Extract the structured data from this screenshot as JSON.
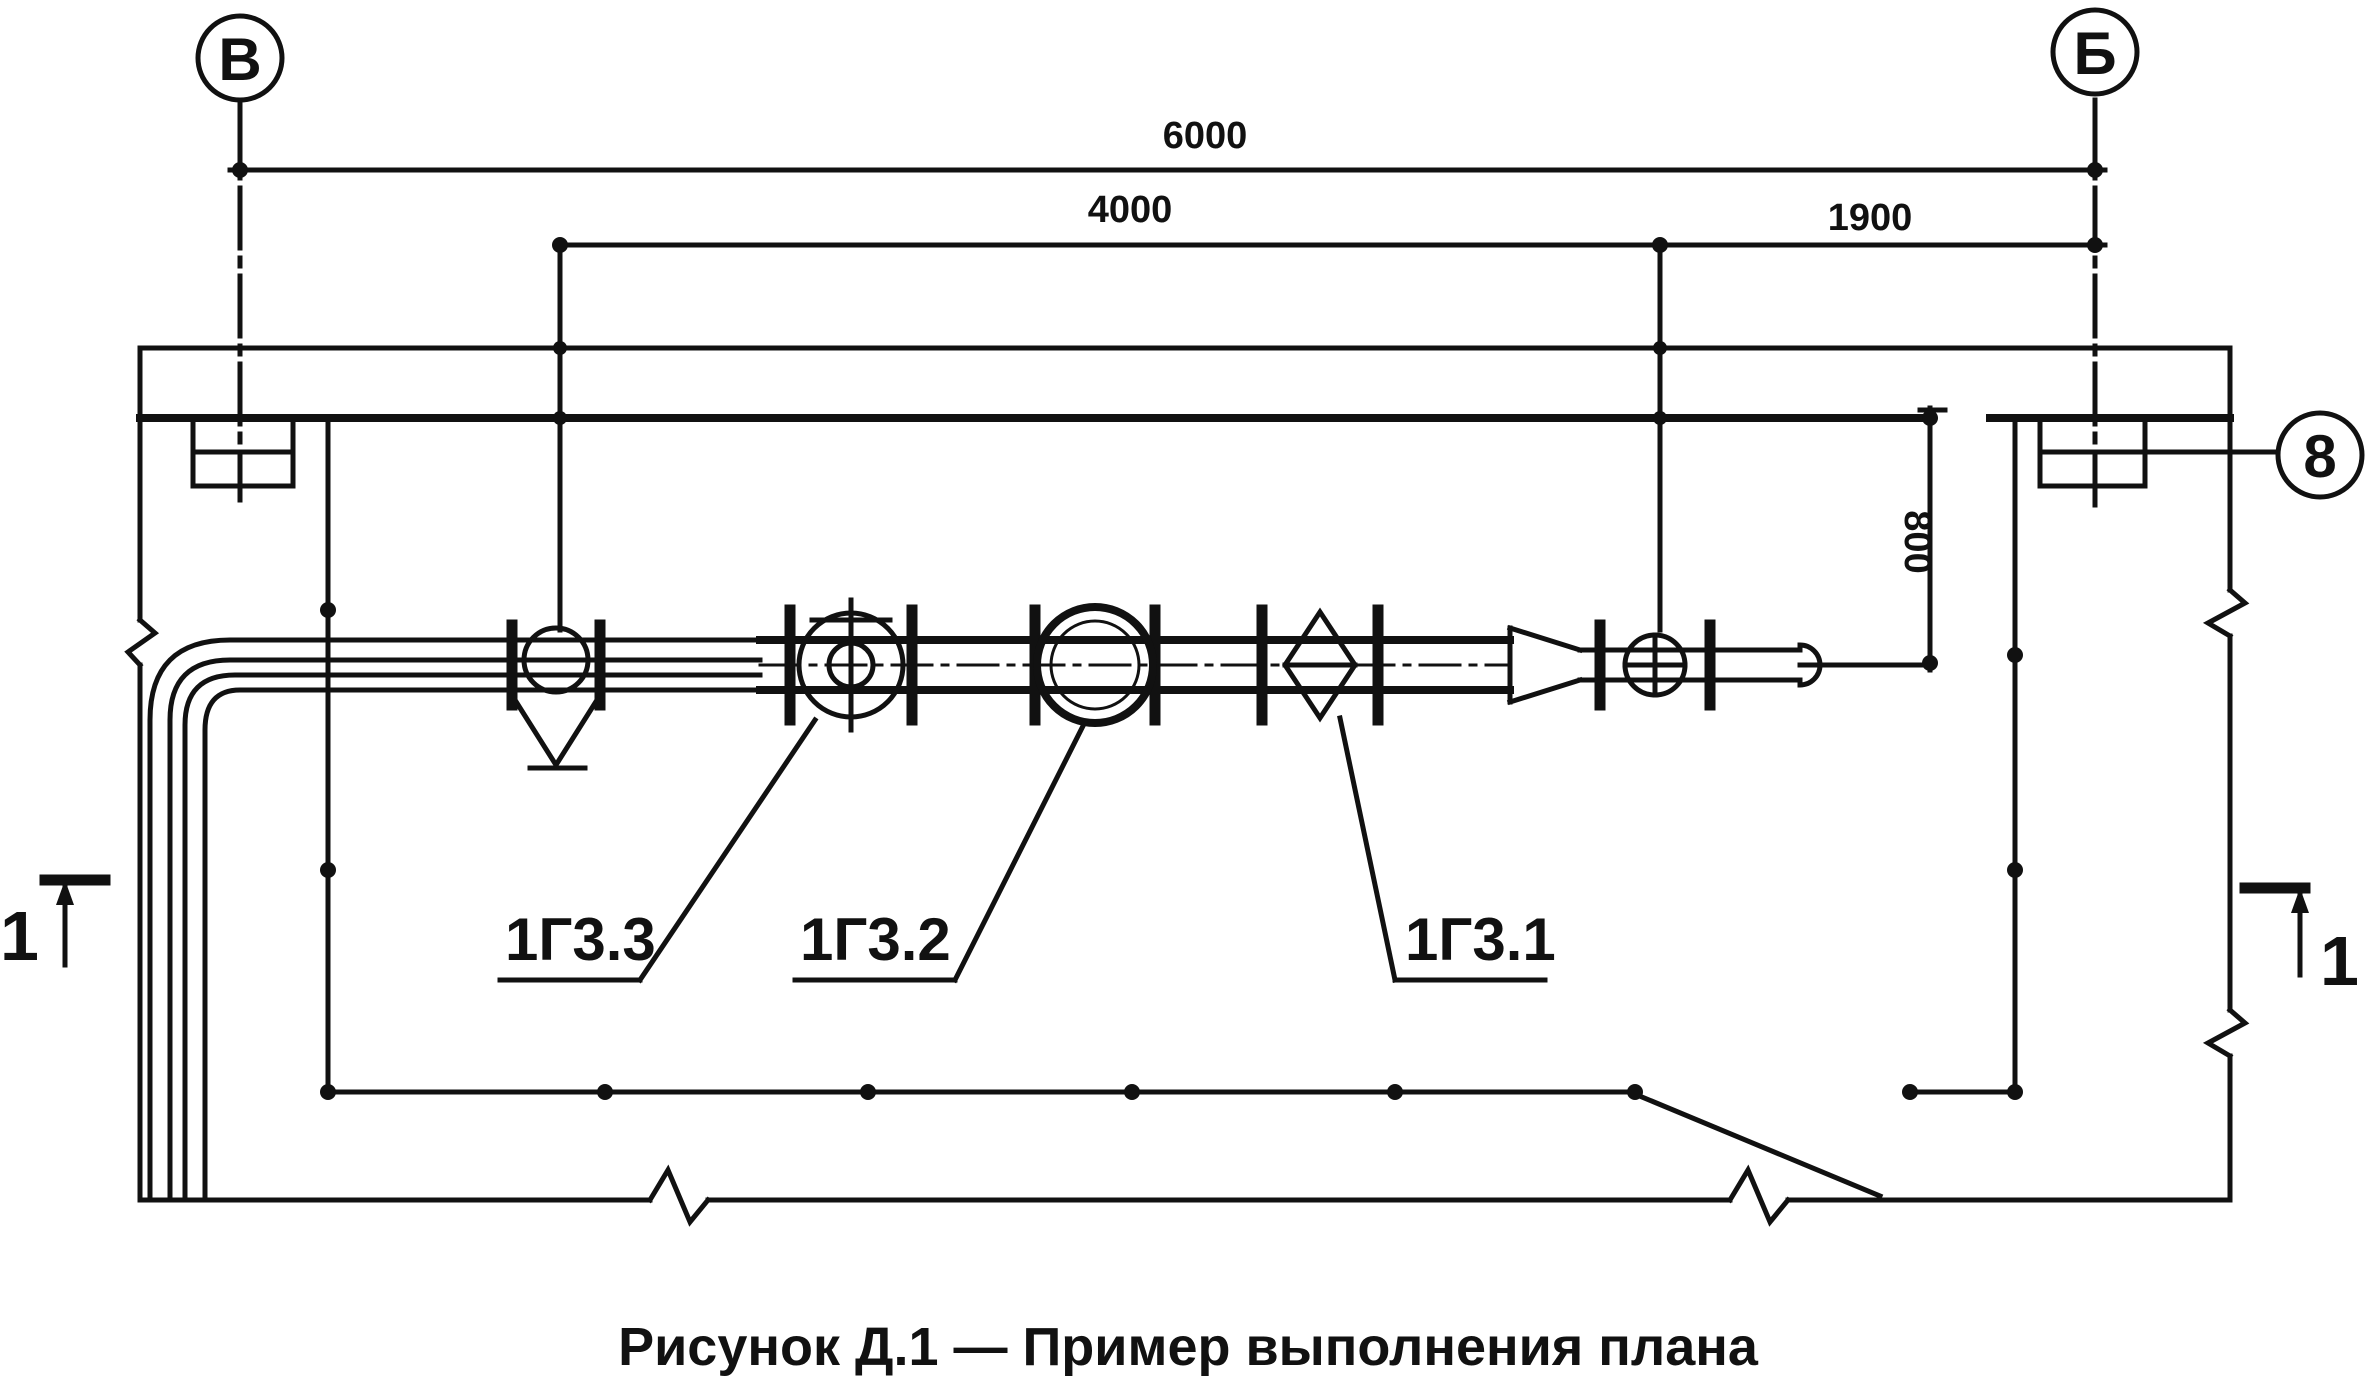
{
  "axes": {
    "left": "В",
    "right": "Б",
    "row": "8"
  },
  "dimensions": {
    "overall": "6000",
    "inner": "4000",
    "right": "1900",
    "offset": "800"
  },
  "tags": {
    "gz1": "1Г3.1",
    "gz2": "1Г3.2",
    "gz3": "1Г3.3"
  },
  "section": {
    "left": "1",
    "right": "1"
  },
  "caption": "Рисунок Д.1 — Пример выполнения плана"
}
